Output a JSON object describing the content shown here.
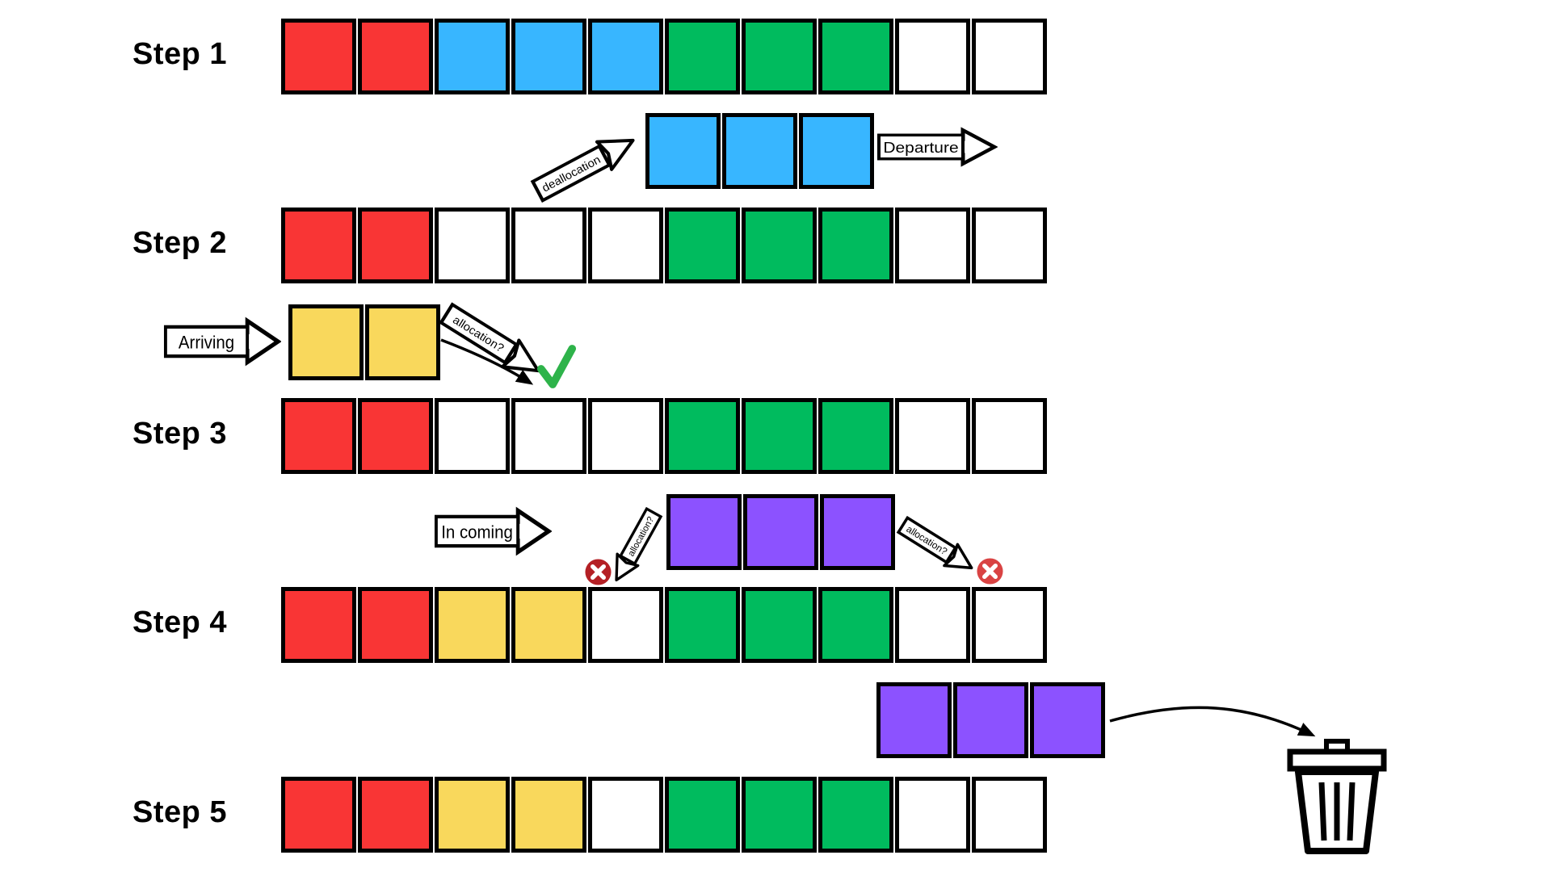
{
  "colors": {
    "red": "#F93535",
    "blue": "#38B6FF",
    "green": "#00BB5E",
    "yellow": "#F9D85C",
    "purple": "#8C52FF",
    "free": "#FFFFFF",
    "border": "#000000",
    "cross_left": "#B42025",
    "cross_right": "#D94343",
    "check": "#2EB34A"
  },
  "steps": [
    {
      "label": "Step 1",
      "cells": [
        "red",
        "red",
        "blue",
        "blue",
        "blue",
        "green",
        "green",
        "green",
        "free",
        "free"
      ]
    },
    {
      "label": "Step 2",
      "cells": [
        "red",
        "red",
        "free",
        "free",
        "free",
        "green",
        "green",
        "green",
        "free",
        "free"
      ]
    },
    {
      "label": "Step 3",
      "cells": [
        "red",
        "red",
        "free",
        "free",
        "free",
        "green",
        "green",
        "green",
        "free",
        "free"
      ]
    },
    {
      "label": "Step 4",
      "cells": [
        "red",
        "red",
        "yellow",
        "yellow",
        "free",
        "green",
        "green",
        "green",
        "free",
        "free"
      ]
    },
    {
      "label": "Step 5",
      "cells": [
        "red",
        "red",
        "yellow",
        "yellow",
        "free",
        "green",
        "green",
        "green",
        "free",
        "free"
      ]
    }
  ],
  "floating_blocks": {
    "departing": {
      "cells": [
        "blue",
        "blue",
        "blue"
      ]
    },
    "arriving": {
      "cells": [
        "yellow",
        "yellow"
      ]
    },
    "incoming": {
      "cells": [
        "purple",
        "purple",
        "purple"
      ]
    },
    "rejected": {
      "cells": [
        "purple",
        "purple",
        "purple"
      ]
    }
  },
  "arrows": {
    "deallocation": "deallocation",
    "departure": "Departure",
    "arriving": "Arriving",
    "allocation_check": "allocation?",
    "incoming": "In coming",
    "allocation_left": "allocation?",
    "allocation_right": "allocation?"
  },
  "icons": {
    "check": "check-icon",
    "cross": "cross-icon",
    "trash": "trash-icon"
  }
}
